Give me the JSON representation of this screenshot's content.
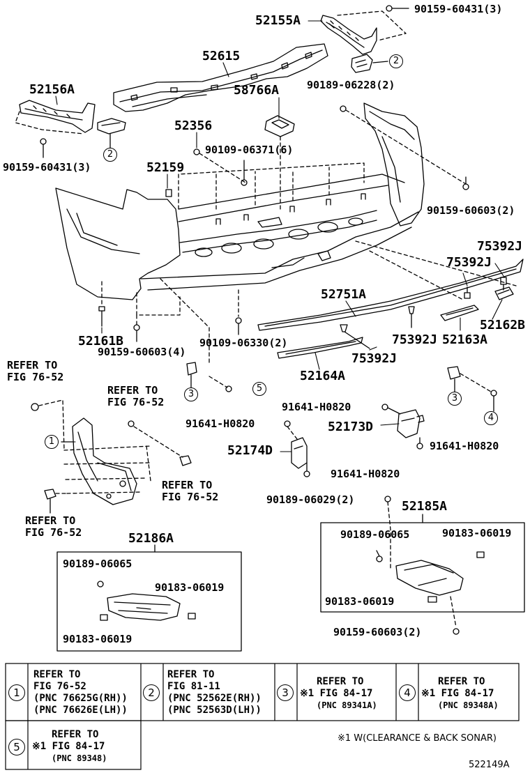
{
  "diagram": {
    "parts": {
      "p52155A": "52155A",
      "p52615": "52615",
      "p52156A": "52156A",
      "p58766A": "58766A",
      "p52356": "52356",
      "p52159": "52159",
      "p52751A": "52751A",
      "p75392J_1": "75392J",
      "p75392J_2": "75392J",
      "p75392J_3": "75392J",
      "p75392J_4": "75392J",
      "p52162B": "52162B",
      "p52163A": "52163A",
      "p52161B": "52161B",
      "p52164A": "52164A",
      "p52173D": "52173D",
      "p52174D": "52174D",
      "p52185A": "52185A",
      "p52186A": "52186A"
    },
    "bolts": {
      "b90159_60431_top": "90159-60431(3)",
      "b90189_06228": "90189-06228(2)",
      "b90159_60431_left": "90159-60431(3)",
      "b90109_06371": "90109-06371(6)",
      "b90159_60603_right": "90159-60603(2)",
      "b90109_06330": "90109-06330(2)",
      "b90159_60603_left": "90159-60603(4)",
      "b91641_a": "91641-H0820",
      "b91641_b": "91641-H0820",
      "b91641_c": "91641-H0820",
      "b91641_d": "91641-H0820",
      "b90189_06029": "90189-06029(2)",
      "b90189_06065_r": "90189-06065",
      "b90183_06019_r1": "90183-06019",
      "b90183_06019_r2": "90183-06019",
      "b90159_60603_bottom": "90159-60603(2)",
      "b90189_06065_l": "90189-06065",
      "b90183_06019_l1": "90183-06019",
      "b90183_06019_l2": "90183-06019"
    },
    "refer": {
      "r1_l1": "REFER TO",
      "r1_l2": "FIG 76-52",
      "r2_l1": "REFER TO",
      "r2_l2": "FIG 76-52",
      "r3_l1": "REFER TO",
      "r3_l2": "FIG 76-52",
      "r4_l1": "REFER TO",
      "r4_l2": "FIG 76-52"
    },
    "callouts": {
      "c1": "1",
      "c2a": "2",
      "c2b": "2",
      "c3a": "3",
      "c3b": "3",
      "c4": "4",
      "c5": "5"
    }
  },
  "legend": {
    "cell1": {
      "num": "1",
      "l1": "REFER TO",
      "l2": "FIG 76-52",
      "l3": "(PNC 76625G(RH))",
      "l4": "(PNC 76626E(LH))"
    },
    "cell2": {
      "num": "2",
      "l1": "REFER TO",
      "l2": "FIG 81-11",
      "l3": "(PNC 52562E(RH))",
      "l4": "(PNC 52563D(LH))"
    },
    "cell3": {
      "num": "3",
      "l1": "REFER TO",
      "l2": "※1 FIG 84-17",
      "l3": "(PNC 89341A)"
    },
    "cell4": {
      "num": "4",
      "l1": "REFER TO",
      "l2": "※1 FIG 84-17",
      "l3": "(PNC 89348A)"
    },
    "cell5": {
      "num": "5",
      "l1": "REFER TO",
      "l2": "※1 FIG 84-17",
      "l3": "(PNC 89348)"
    },
    "footnote": "※1 W(CLEARANCE & BACK SONAR)",
    "figure_id": "522149A"
  }
}
